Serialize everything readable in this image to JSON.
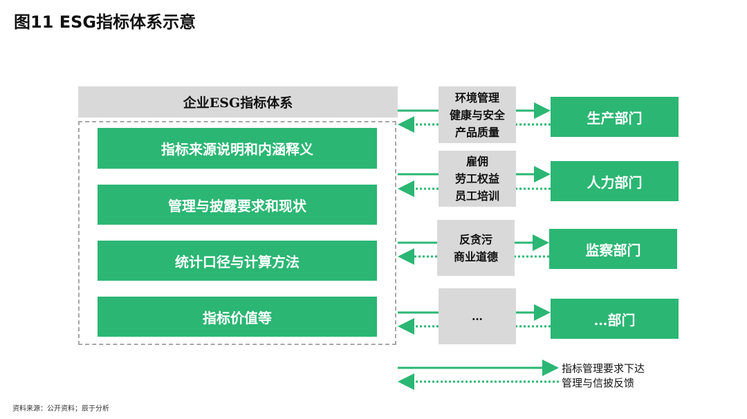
{
  "title": "图11  ESG指标体系示意",
  "system": {
    "header": "企业ESG指标体系",
    "items": [
      "指标来源说明和内涵释义",
      "管理与披露要求和现状",
      "统计口径与计算方法",
      "指标价值等"
    ]
  },
  "topics": [
    "环境管理\n健康与安全\n产品质量",
    "雇佣\n劳工权益\n员工培训",
    "反贪污\n商业道德",
    "…"
  ],
  "departments": [
    "生产部门",
    "人力部门",
    "监察部门",
    "…部门"
  ],
  "legend": {
    "solid": "指标管理要求下达",
    "dotted": "管理与信披反馈"
  },
  "source": "资料来源：公开资料；辰于分析",
  "colors": {
    "green": "#2bb673",
    "gray": "#d9d9d9"
  }
}
